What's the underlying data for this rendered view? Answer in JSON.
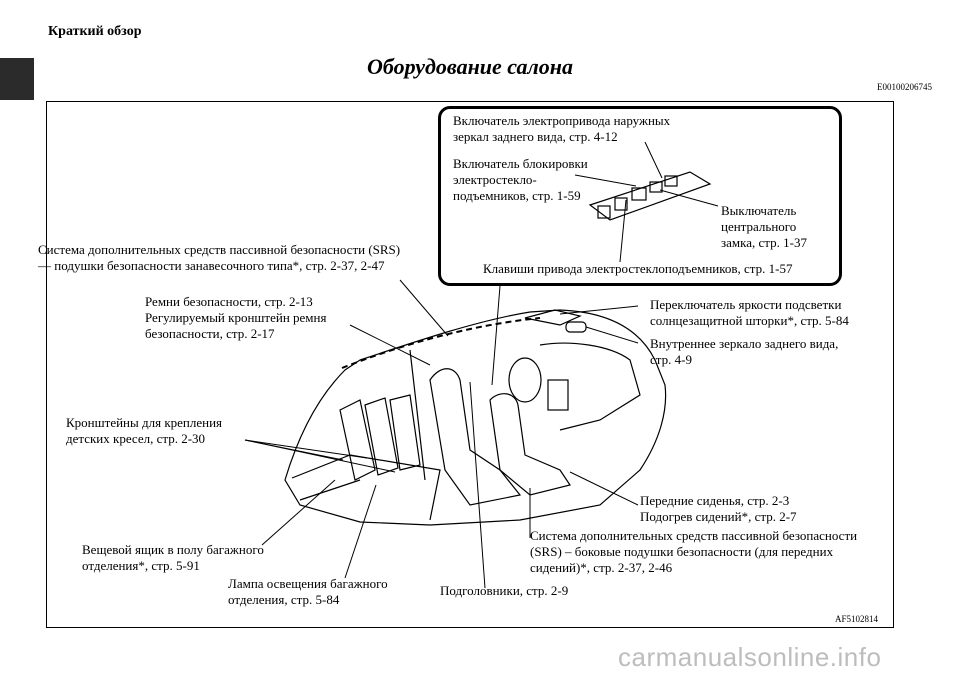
{
  "header": {
    "section": "Краткий обзор"
  },
  "page": {
    "title": "Оборудование салона",
    "code": "E00100206745"
  },
  "callout": {
    "mirror_switch": "Включатель электропривода наружных\nзеркал заднего вида, стр. 4-12",
    "window_lock": "Включатель блокировки\nэлектростекло-\nподъемников, стр. 1-59",
    "central_lock": "Выключатель\nцентрального\nзамка, стр. 1-37",
    "window_keys": "Клавиши привода электростеклоподъемников, стр. 1-57"
  },
  "labels": {
    "srs_curtain": "Система дополнительных средств пассивной безопасности (SRS)\n— подушки безопасности занавесочного типа*, стр. 2-37, 2-47",
    "belts": "Ремни безопасности, стр. 2-13\nРегулируемый кронштейн ремня\nбезопасности, стр. 2-17",
    "sunshade": "Переключатель яркости подсветки\nсолнцезащитной шторки*, стр. 5-84",
    "mirror": "Внутреннее зеркало заднего вида,\nстр. 4-9",
    "child_seat": "Кронштейны для крепления\nдетских кресел, стр. 2-30",
    "front_seats": "Передние сиденья, стр. 2-3\nПодогрев сидений*, стр. 2-7",
    "srs_side": "Система дополнительных средств пассивной безопасности\n(SRS) – боковые подушки безопасности (для передних\nсидений)*, стр. 2-37, 2-46",
    "floor_box": "Вещевой ящик в полу багажного\nотделения*, стр. 5-91",
    "cargo_lamp": "Лампа освещения багажного\nотделения, стр. 5-84",
    "headrests": "Подголовники, стр. 2-9"
  },
  "figure_code": "AF5102814",
  "watermark": "carmanualsonline.info"
}
